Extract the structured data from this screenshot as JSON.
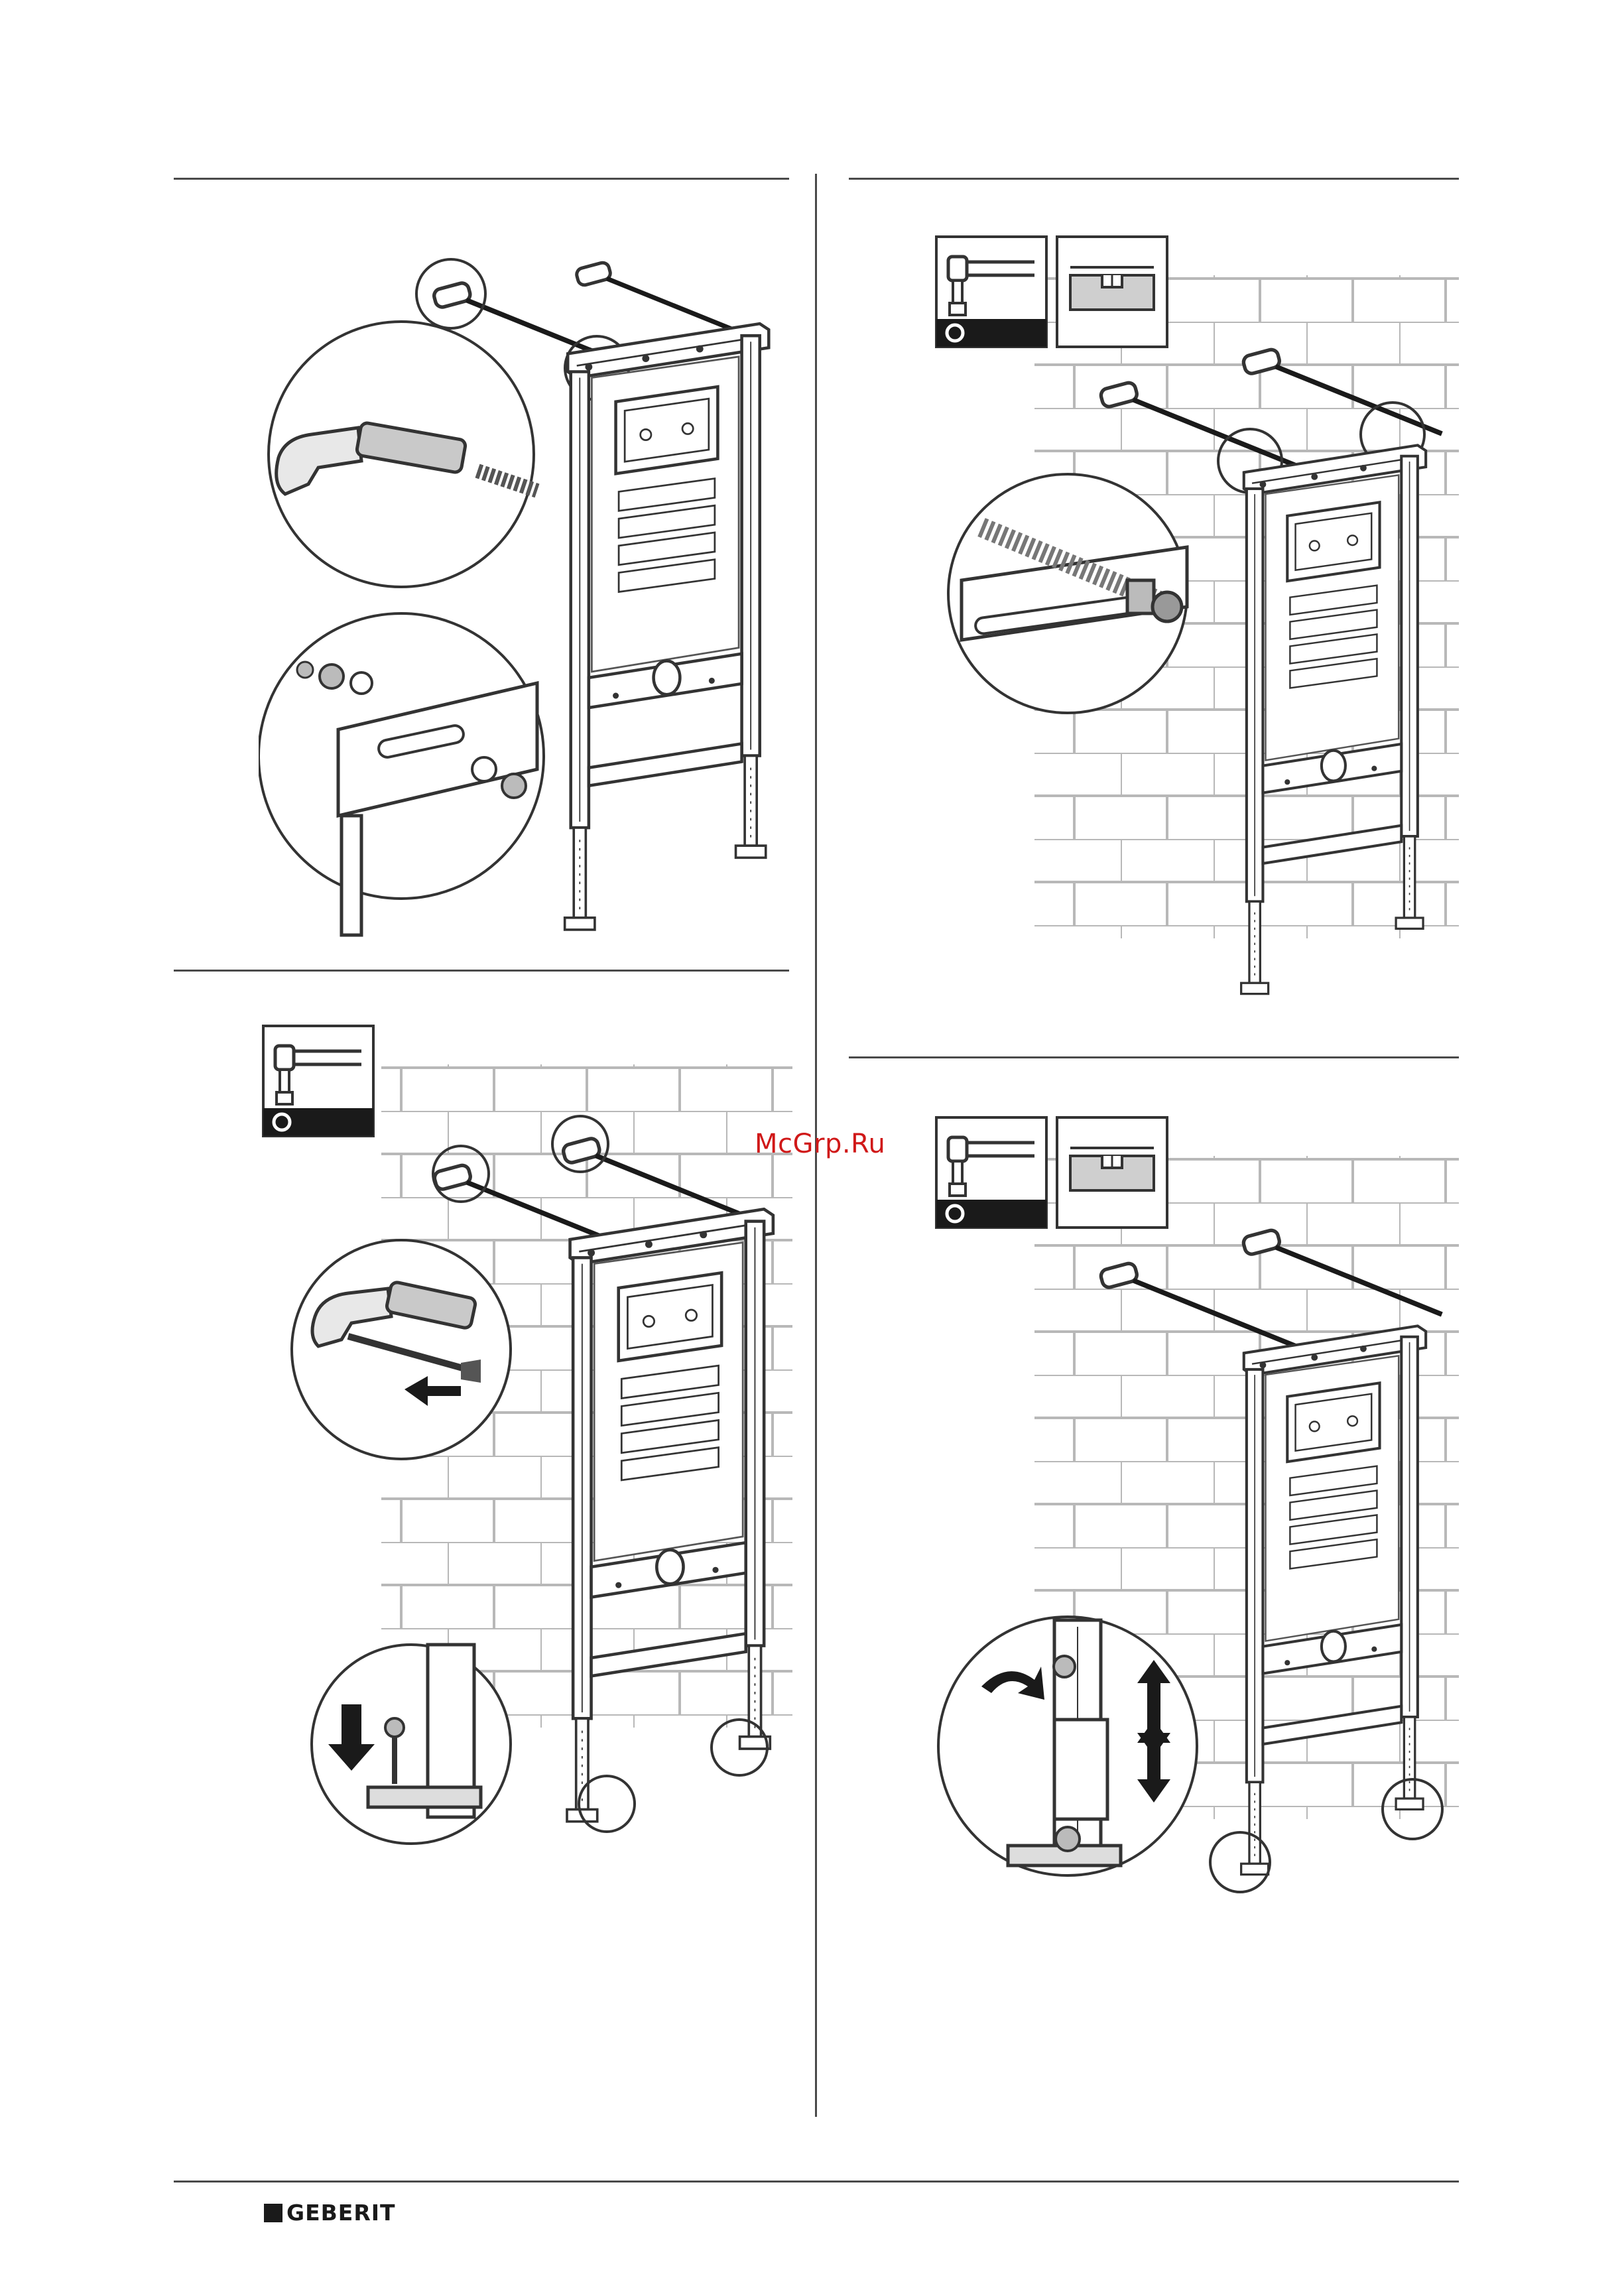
{
  "watermark": "McGrp.Ru",
  "brand": {
    "name": "GEBERIT"
  },
  "frame_label": "GEBERIT",
  "colors": {
    "rules": "#4a4a4a",
    "line_art": "#333333",
    "wall_lines": "#b8b8b8",
    "watermark": "#d01818"
  },
  "steps": [
    {
      "id": "step-1",
      "tools": [],
      "illustration": "frame-with-wall-brackets-detail"
    },
    {
      "id": "step-2",
      "tools": [
        "open-end-wrench-icon"
      ],
      "illustration": "frame-wall-anchoring-and-foot-fixing"
    },
    {
      "id": "step-3",
      "tools": [
        "open-end-wrench-icon",
        "spirit-level-icon"
      ],
      "illustration": "frame-alignment-with-nut-detail"
    },
    {
      "id": "step-4",
      "tools": [
        "open-end-wrench-icon",
        "spirit-level-icon"
      ],
      "illustration": "frame-height-adjustment"
    }
  ]
}
